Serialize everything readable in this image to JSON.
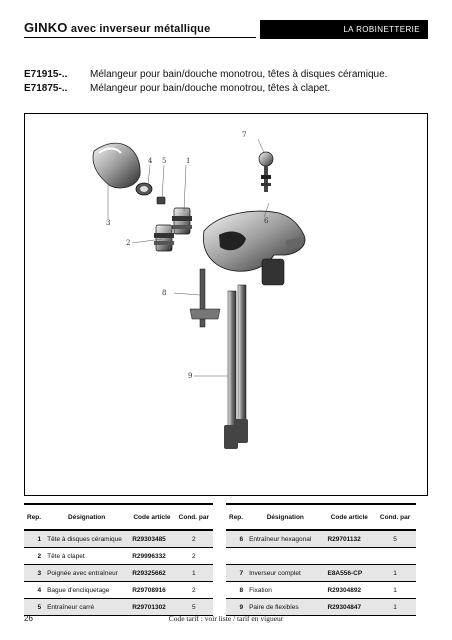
{
  "header": {
    "title_brand": "GINKO",
    "title_rest": "avec inverseur métallique",
    "section": "LA ROBINETTERIE"
  },
  "products": [
    {
      "ref": "E71915-..",
      "description": "Mélangeur pour bain/douche monotrou, têtes à disques céramique."
    },
    {
      "ref": "E71875-..",
      "description": "Mélangeur pour bain/douche monotrou, têtes à clapet."
    }
  ],
  "figure": {
    "callouts": [
      "1",
      "2",
      "3",
      "4",
      "5",
      "6",
      "7",
      "8",
      "9"
    ]
  },
  "table_headers": {
    "rep": "Rep.",
    "designation": "Désignation",
    "code": "Code article",
    "qty": "Cond. par"
  },
  "parts_left": [
    {
      "rep": "1",
      "designation": "Tête à disques céramique",
      "code": "R29303485",
      "qty": "2"
    },
    {
      "rep": "2",
      "designation": "Tête à clapet",
      "code": "R29996332",
      "qty": "2"
    },
    {
      "rep": "3",
      "designation": "Poignée avec entraîneur",
      "code": "R29325662",
      "qty": "1"
    },
    {
      "rep": "4",
      "designation": "Bague d'encliquetage",
      "code": "R29708916",
      "qty": "2"
    },
    {
      "rep": "5",
      "designation": "Entraîneur carré",
      "code": "R29701302",
      "qty": "5"
    }
  ],
  "parts_right": [
    {
      "rep": "6",
      "designation": "Entraîneur hexagonal",
      "code": "R29701132",
      "qty": "5"
    },
    {
      "rep": "",
      "designation": "",
      "code": "",
      "qty": ""
    },
    {
      "rep": "7",
      "designation": "Inverseur complet",
      "code": "E8A556-CP",
      "qty": "1"
    },
    {
      "rep": "8",
      "designation": "Fixation",
      "code": "R29304892",
      "qty": "1"
    },
    {
      "rep": "9",
      "designation": "Paire de flexibles",
      "code": "R29304847",
      "qty": "1"
    }
  ],
  "footer": {
    "page_number": "26",
    "note": "Code tarif : voir liste / tarif en vigueur"
  }
}
